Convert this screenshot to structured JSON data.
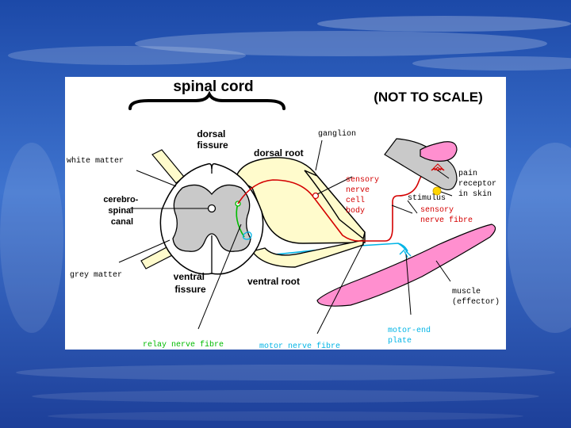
{
  "colors": {
    "sensory": "#d40000",
    "relay": "#00bb00",
    "motor": "#00b4e6",
    "root_fill": "#fffbcc",
    "grey_matter": "#c9c9c9",
    "muscle": "#ff8fcf",
    "stimulus": "#ffd500"
  },
  "diagram": {
    "title": "spinal cord",
    "note": "(NOT TO SCALE)",
    "labels": {
      "dorsal_fissure": [
        "dorsal",
        "fissure"
      ],
      "dorsal_root": "dorsal root",
      "ganglion": "ganglion",
      "white_matter": "white matter",
      "central_canal": [
        "cerebro-",
        "spinal",
        "canal"
      ],
      "grey_matter": "grey matter",
      "ventral_fissure": [
        "ventral",
        "fissure"
      ],
      "ventral_root": "ventral root",
      "sensory_cell_body": [
        "sensory",
        "nerve",
        "cell",
        "body"
      ],
      "stimulus": "stimulus",
      "pain_receptor": [
        "pain",
        "receptor",
        "in skin"
      ],
      "sensory_fibre": [
        "sensory",
        "nerve fibre"
      ],
      "muscle": [
        "muscle",
        "(effector)"
      ],
      "motor_end_plate": [
        "motor-end",
        "plate"
      ],
      "relay_fibre": "relay nerve fibre",
      "motor_fibre": "motor nerve fibre"
    }
  }
}
